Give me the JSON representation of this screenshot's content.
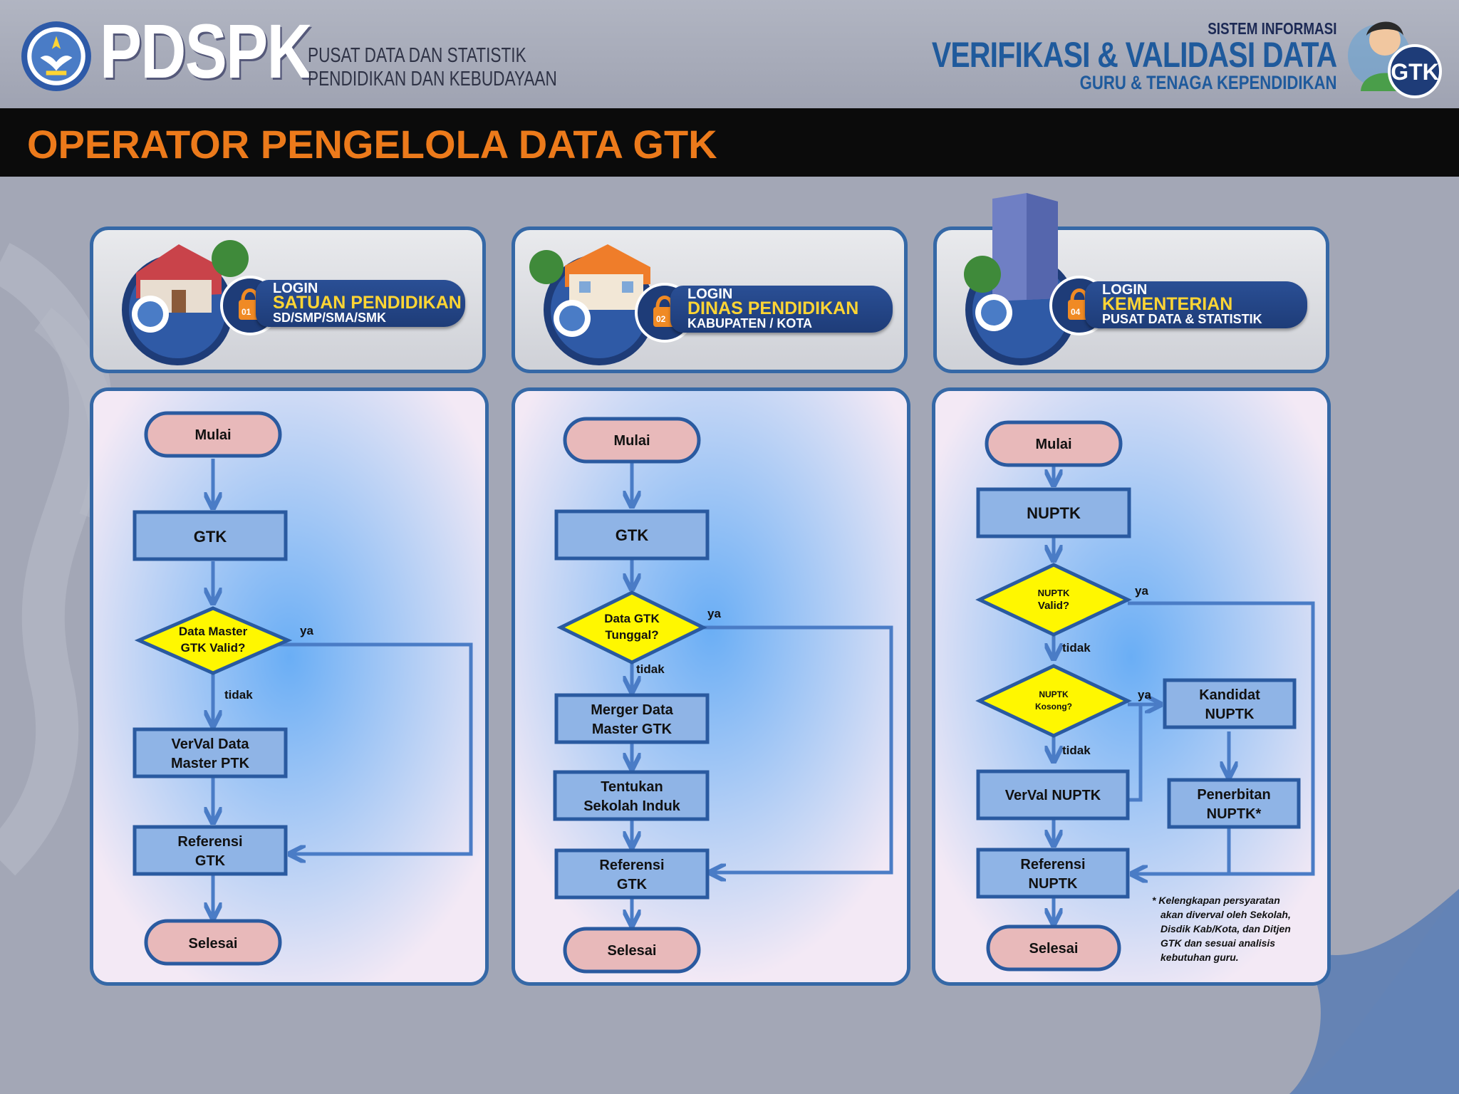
{
  "header": {
    "brand": "PDSPK",
    "brand_line1": "PUSAT DATA DAN STATISTIK",
    "brand_line2": "PENDIDIKAN DAN KEBUDAYAAN",
    "system_small": "SISTEM INFORMASI",
    "system_big": "VERIFIKASI & VALIDASI DATA",
    "system_sub": "GURU & TENAGA KEPENDIDIKAN",
    "gtk_badge": "GTK"
  },
  "page_title": "OPERATOR PENGELOLA DATA GTK",
  "logins": [
    {
      "badge": "01",
      "line1": "LOGIN",
      "line2": "SATUAN PENDIDIKAN",
      "line3": "SD/SMP/SMA/SMK"
    },
    {
      "badge": "02",
      "line1": "LOGIN",
      "line2": "DINAS PENDIDIKAN",
      "line3": "KABUPATEN / KOTA"
    },
    {
      "badge": "04",
      "line1": "LOGIN",
      "line2": "KEMENTERIAN",
      "line3": "PUSAT DATA & STATISTIK"
    }
  ],
  "flow1": {
    "start": "Mulai",
    "gtk": "GTK",
    "decision_l1": "Data Master",
    "decision_l2": "GTK Valid?",
    "yes": "ya",
    "no": "tidak",
    "verval_l1": "VerVal Data",
    "verval_l2": "Master PTK",
    "ref_l1": "Referensi",
    "ref_l2": "GTK",
    "end": "Selesai"
  },
  "flow2": {
    "start": "Mulai",
    "gtk": "GTK",
    "decision_l1": "Data GTK",
    "decision_l2": "Tunggal?",
    "yes": "ya",
    "no": "tidak",
    "merge_l1": "Merger Data",
    "merge_l2": "Master GTK",
    "school_l1": "Tentukan",
    "school_l2": "Sekolah Induk",
    "ref_l1": "Referensi",
    "ref_l2": "GTK",
    "end": "Selesai"
  },
  "flow3": {
    "start": "Mulai",
    "nuptk": "NUPTK",
    "valid_l1": "NUPTK",
    "valid_l2": "Valid?",
    "valid_yes": "ya",
    "valid_no": "tidak",
    "empty_l1": "NUPTK",
    "empty_l2": "Kosong?",
    "empty_yes": "ya",
    "empty_no": "tidak",
    "candidate_l1": "Kandidat",
    "candidate_l2": "NUPTK",
    "issue_l1": "Penerbitan",
    "issue_l2": "NUPTK*",
    "verval": "VerVal NUPTK",
    "ref_l1": "Referensi",
    "ref_l2": "NUPTK",
    "end": "Selesai",
    "note_l1": "* Kelengkapan persyaratan",
    "note_l2": "akan diverval oleh Sekolah,",
    "note_l3": "Disdik Kab/Kota, dan Ditjen",
    "note_l4": "GTK  dan sesuai analisis",
    "note_l5": "kebutuhan guru."
  }
}
